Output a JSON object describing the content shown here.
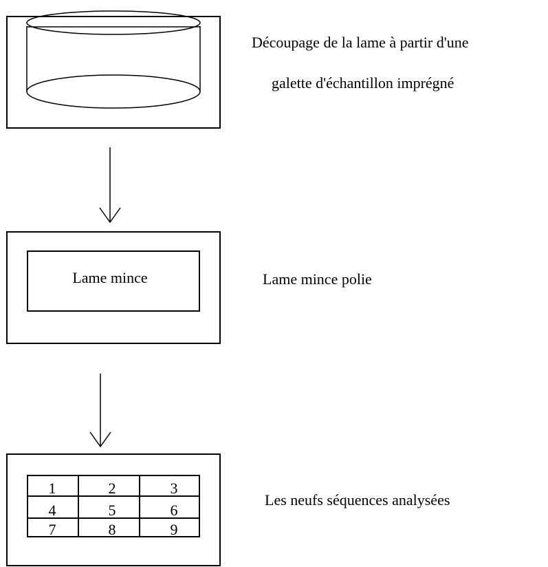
{
  "step1": {
    "caption_line1": "Découpage de la lame à partir d'une",
    "caption_line2": "galette d'échantillon imprégné"
  },
  "step2": {
    "inner_label": "Lame mince",
    "caption": "Lame mince polie"
  },
  "step3": {
    "grid_cells": [
      "1",
      "2",
      "3",
      "4",
      "5",
      "6",
      "7",
      "8",
      "9"
    ],
    "caption": "Les neufs séquences analysées"
  },
  "colors": {
    "stroke": "#000000",
    "background": "#ffffff"
  }
}
